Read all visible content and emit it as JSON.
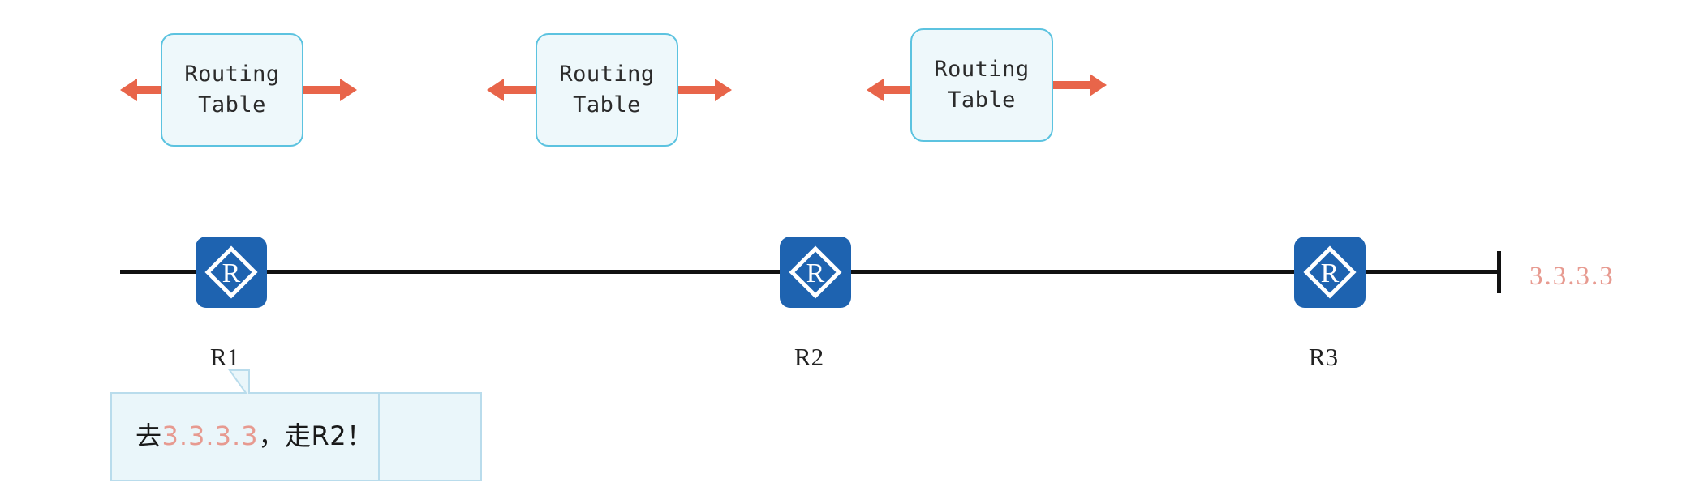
{
  "diagram": {
    "title": "Router routing table forwarding diagram",
    "background_color": "#ffffff",
    "colors": {
      "router_blue": "#1e63b0",
      "arrow_orange": "#e8654a",
      "box_fill": "#eef8fb",
      "box_border": "#5cc3e0",
      "ip_salmon": "#e79a90",
      "line_black": "#111111"
    }
  },
  "routing_tables": [
    {
      "line1": "Routing",
      "line2": "Table"
    },
    {
      "line1": "Routing",
      "line2": "Table"
    },
    {
      "line1": "Routing",
      "line2": "Table"
    }
  ],
  "routers": [
    {
      "label": "R1",
      "icon": "router-icon",
      "glyph": "R"
    },
    {
      "label": "R2",
      "icon": "router-icon",
      "glyph": "R"
    },
    {
      "label": "R3",
      "icon": "router-icon",
      "glyph": "R"
    }
  ],
  "destination": {
    "ip": "3.3.3.3"
  },
  "callout": {
    "prefix": "去",
    "ip": "3.3.3.3",
    "suffix": "，走R2！",
    "full_text": "去3.3.3.3，走R2！"
  }
}
